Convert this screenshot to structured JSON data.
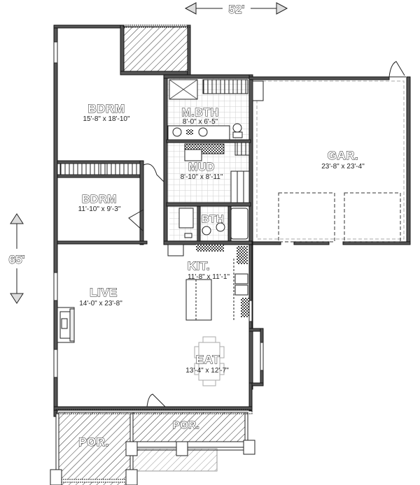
{
  "dimensions": {
    "width_label": "52'",
    "depth_label": "65'"
  },
  "rooms": [
    {
      "id": "bdrm-master",
      "name": "BDRM",
      "size": "15'-8\" x 18'-10\""
    },
    {
      "id": "master-bath",
      "name": "M.BTH",
      "size": "8'-0\" x 6'-5\""
    },
    {
      "id": "mud",
      "name": "MUD",
      "size": "8'-10\" x 8'-11\""
    },
    {
      "id": "garage",
      "name": "GAR.",
      "size": "23'-8\" x 23'-4\""
    },
    {
      "id": "bdrm-2",
      "name": "BDRM",
      "size": "11'-10\" x 9'-3\""
    },
    {
      "id": "bath",
      "name": "BTH",
      "size": ""
    },
    {
      "id": "kitchen",
      "name": "KIT.",
      "size": "11'-8\" x 11'-1\""
    },
    {
      "id": "live",
      "name": "LIVE",
      "size": "14'-0\" x 23'-8\""
    },
    {
      "id": "eat",
      "name": "EAT",
      "size": "13'-4\" x 12'-7\""
    },
    {
      "id": "porch-left",
      "name": "POR.",
      "size": ""
    },
    {
      "id": "porch-right",
      "name": "POR.",
      "size": ""
    }
  ],
  "colors": {
    "wall": "#555555",
    "line": "#222222",
    "tile": "#cfcfcf",
    "hatch": "#333333",
    "background": "#ffffff"
  }
}
